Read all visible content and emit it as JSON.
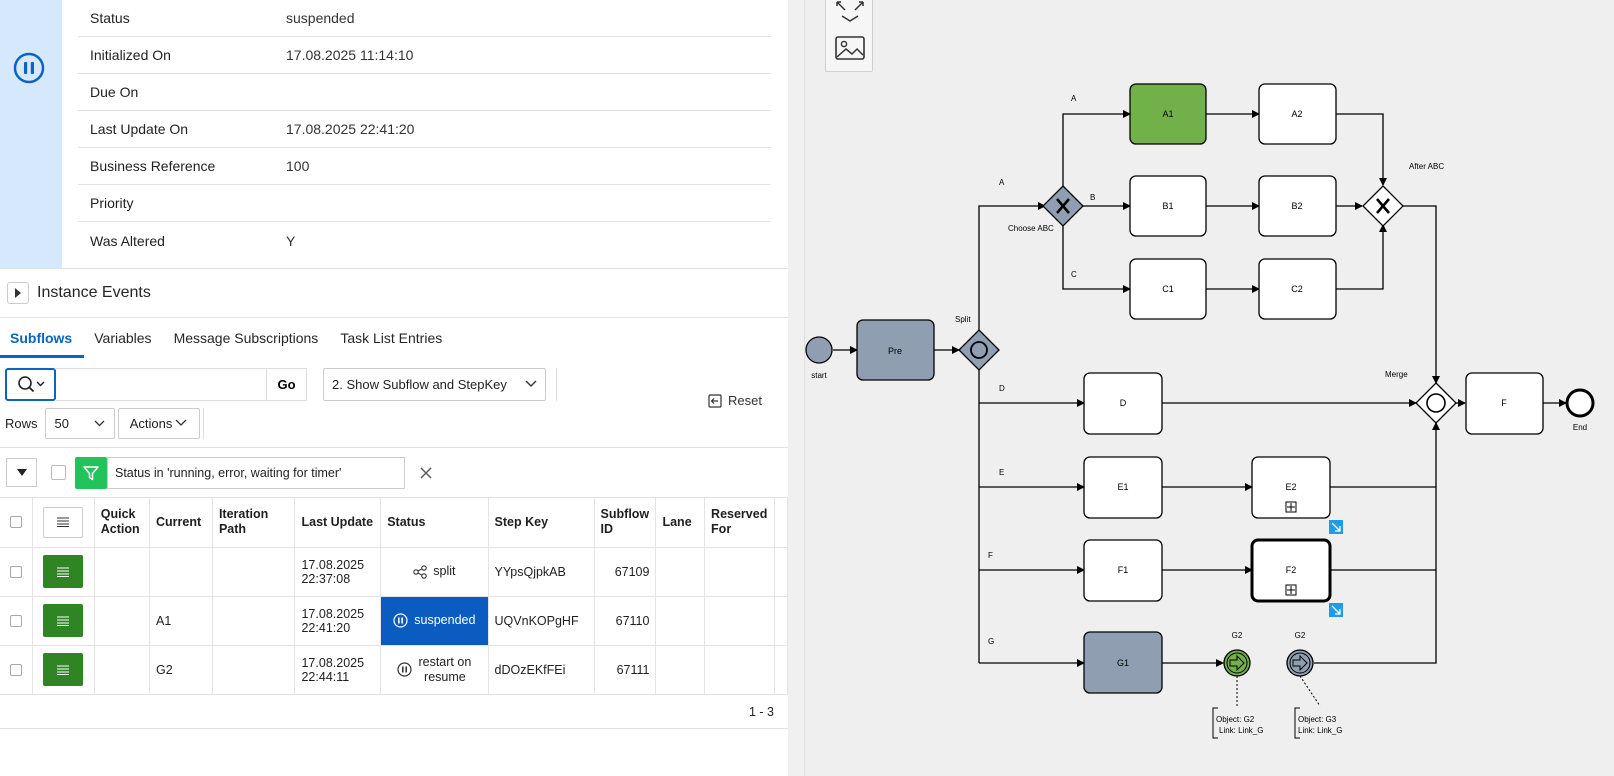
{
  "details": [
    {
      "label": "Status",
      "value": "suspended"
    },
    {
      "label": "Initialized On",
      "value": "17.08.2025 11:14:10"
    },
    {
      "label": "Due On",
      "value": ""
    },
    {
      "label": "Last Update On",
      "value": "17.08.2025 22:41:20"
    },
    {
      "label": "Business Reference",
      "value": "100"
    },
    {
      "label": "Priority",
      "value": ""
    },
    {
      "label": "Was Altered",
      "value": "Y"
    }
  ],
  "events_title": "Instance Events",
  "tabs": [
    "Subflows",
    "Variables",
    "Message Subscriptions",
    "Task List Entries"
  ],
  "search": {
    "placeholder": "",
    "go_label": "Go",
    "view_selected": "2. Show Subflow and StepKey",
    "reset_label": "Reset"
  },
  "rows": {
    "label": "Rows",
    "value": "50",
    "actions_label": "Actions"
  },
  "filter_text": "Status in 'running, error, waiting for timer'",
  "grid": {
    "headers": [
      "Quick Action",
      "Current",
      "Iteration Path",
      "Last Update",
      "Status",
      "Step Key",
      "Subflow ID",
      "Lane",
      "Reserved For"
    ],
    "rows": [
      {
        "current": "",
        "iteration": "",
        "last_update_date": "17.08.2025",
        "last_update_time": "22:37:08",
        "status_1": "split",
        "status_2": "",
        "step_key": "YYpsQjpkAB",
        "subflow_id": "67109",
        "lane": "",
        "reserved": ""
      },
      {
        "current": "A1",
        "iteration": "",
        "last_update_date": "17.08.2025",
        "last_update_time": "22:41:20",
        "status_1": "suspended",
        "status_2": "",
        "step_key": "UQVnKOPgHF",
        "subflow_id": "67110",
        "lane": "",
        "reserved": ""
      },
      {
        "current": "G2",
        "iteration": "",
        "last_update_date": "17.08.2025",
        "last_update_time": "22:44:11",
        "status_1": "restart on",
        "status_2": "resume",
        "step_key": "dDOzEKfFEi",
        "subflow_id": "67111",
        "lane": "",
        "reserved": ""
      }
    ],
    "pagination": "1 - 3"
  },
  "diagram": {
    "labels": {
      "start": "start",
      "pre": "Pre",
      "split": "Split",
      "choose_abc": "Choose ABC",
      "a_top": "A",
      "a_branch": "A",
      "b_branch": "B",
      "c_branch": "C",
      "d_branch": "D",
      "e_branch": "E",
      "f_branch": "F",
      "g_branch": "G",
      "a1": "A1",
      "a2": "A2",
      "b1": "B1",
      "b2": "B2",
      "c1": "C1",
      "c2": "C2",
      "after_abc": "After ABC",
      "merge": "Merge",
      "d": "D",
      "e1": "E1",
      "e2": "E2",
      "f1": "F1",
      "f2": "F2",
      "g1": "G1",
      "f_task": "F",
      "end": "End",
      "g2_left": "G2",
      "g2_right": "G2",
      "obj_g2_line1": "Object: G2",
      "obj_g2_line2": "Link: Link_G",
      "obj_g3_line1": "Object: G3",
      "obj_g3_line2": "Link: Link_G"
    },
    "colors": {
      "current": "#72b04a",
      "completed": "#8f9fb1",
      "stroke": "#000000"
    }
  },
  "colors": {
    "accent": "#0a64c2",
    "quick_action": "#2f8424",
    "filter": "#23c35c",
    "selected_status": "#0b5cc1",
    "strip": "#d6e8fb"
  }
}
